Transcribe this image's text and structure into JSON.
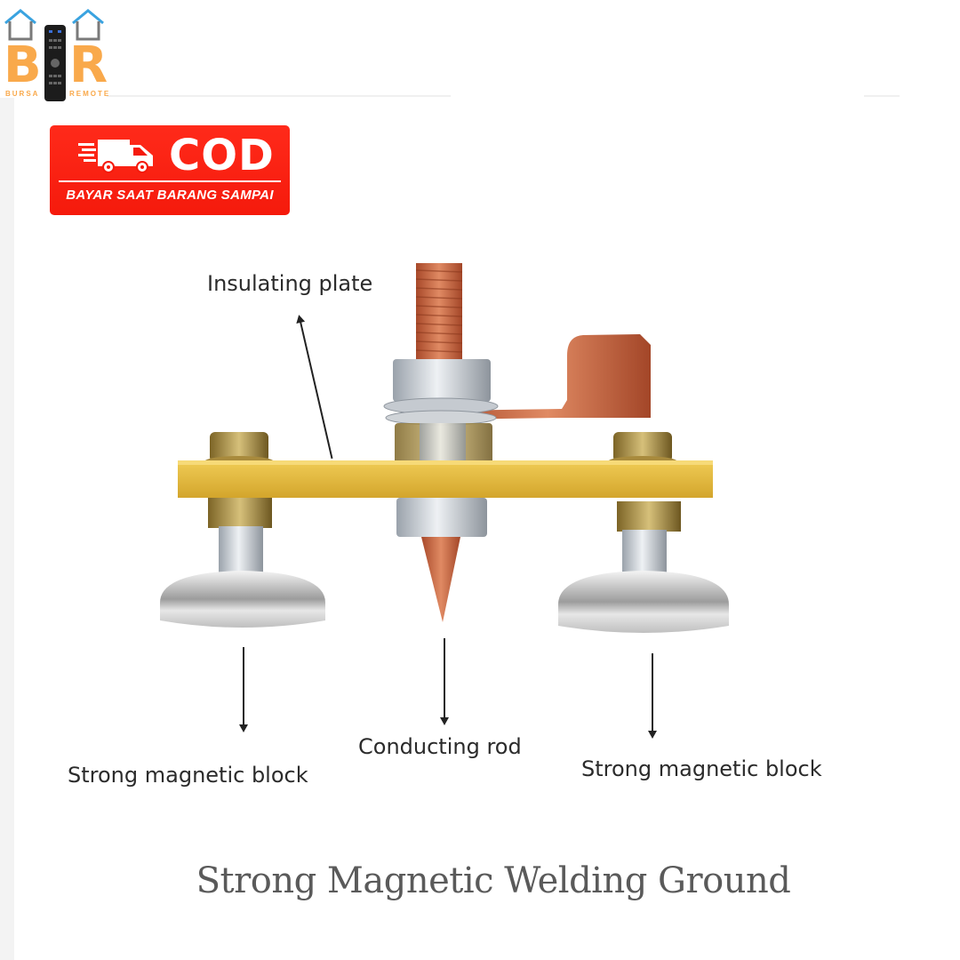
{
  "brand": {
    "logo_left_letter": "B",
    "logo_right_letter": "R",
    "logo_left_sub": "BURSA",
    "logo_right_sub": "REMOTE",
    "colors": {
      "letters": "#f9a94b",
      "house_outline": "#3aa3e0",
      "house_fill": "#7a7a7a"
    }
  },
  "badge": {
    "title": "COD",
    "tagline": "BAYAR SAAT BARANG SAMPAI",
    "icon": "delivery-truck-icon",
    "color": "#f51a0c"
  },
  "diagram": {
    "labels": {
      "insulating_plate": "Insulating plate",
      "conducting_rod": "Conducting rod",
      "magnet_left": "Strong magnetic block",
      "magnet_right": "Strong magnetic block"
    },
    "colors": {
      "plate": "#e2b636",
      "copper": "#c9683f",
      "steel": "#c9ced4",
      "brass": "#b89a45"
    }
  },
  "caption": "Strong Magnetic Welding Ground"
}
